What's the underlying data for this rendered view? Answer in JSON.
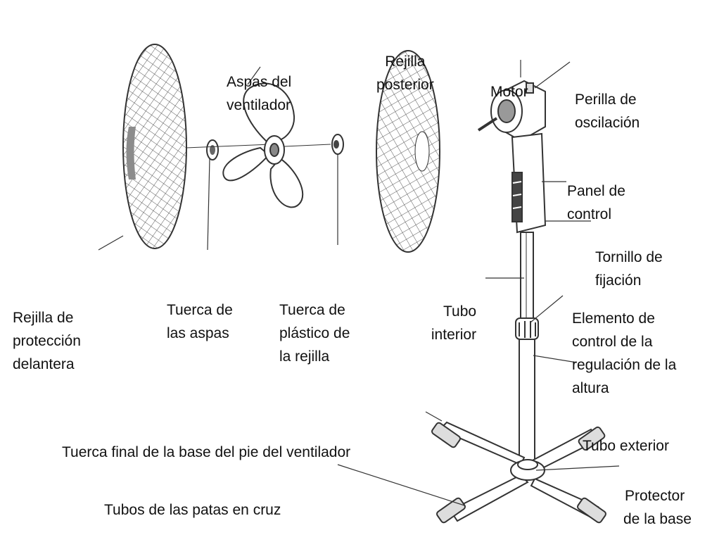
{
  "labels": {
    "aspas": [
      "Aspas del",
      "ventilador"
    ],
    "rejilla_posterior": [
      "Rejilla",
      "posterior"
    ],
    "motor": [
      "Motor"
    ],
    "perilla": [
      "Perilla de",
      "oscilación"
    ],
    "panel": [
      "Panel de",
      "control"
    ],
    "tornillo": [
      "Tornillo de",
      "fijación"
    ],
    "elemento": [
      "Elemento de",
      "control de la",
      "regulación de la",
      "altura"
    ],
    "tubo_interior": [
      "Tubo",
      "interior"
    ],
    "tubo_exterior": [
      "Tubo exterior"
    ],
    "rejilla_delantera": [
      "Rejilla de",
      "protección",
      "delantera"
    ],
    "tuerca_aspas": [
      "Tuerca de",
      "las aspas"
    ],
    "tuerca_plastico": [
      "Tuerca de",
      "plástico de",
      "la rejilla"
    ],
    "tuerca_final": [
      "Tuerca final de la base del pie del ventilador"
    ],
    "tubos_patas": [
      "Tubos de las patas en cruz"
    ],
    "protector": [
      "Protector",
      "de la base"
    ]
  },
  "colors": {
    "line": "#333333",
    "mesh": "#444444",
    "accent_gray": "#8c8c8c"
  }
}
